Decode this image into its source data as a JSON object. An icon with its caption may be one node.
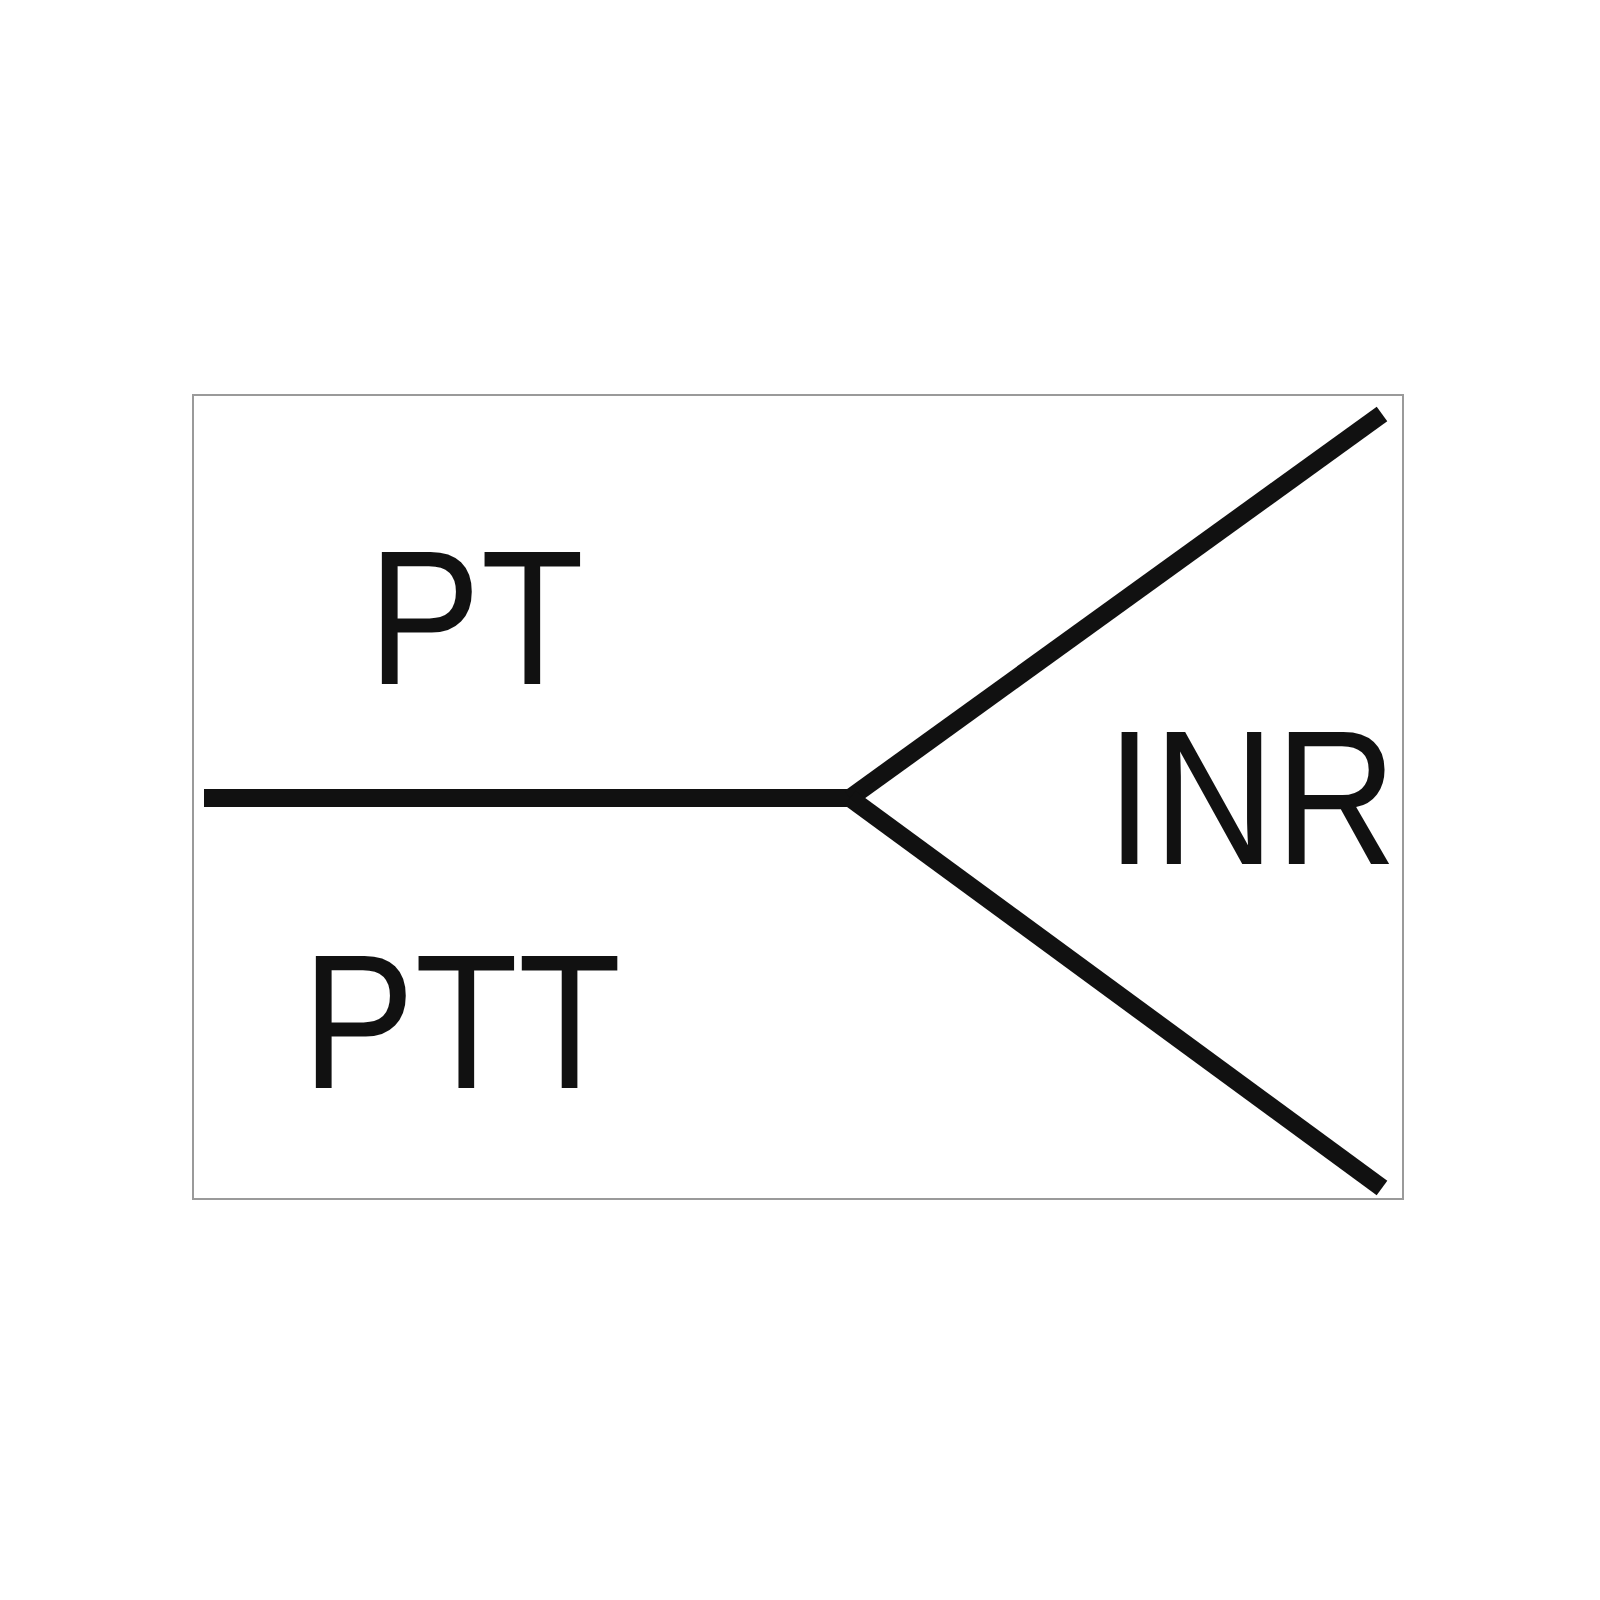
{
  "diagram": {
    "labels": [
      "PT",
      "PTT",
      "INR"
    ]
  }
}
